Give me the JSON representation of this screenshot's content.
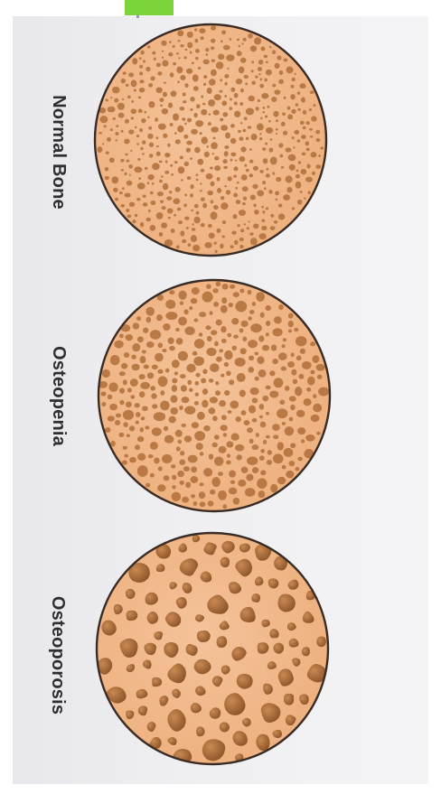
{
  "diagram": {
    "stages": [
      {
        "label": "Normal Bone",
        "porosity": "low"
      },
      {
        "label": "Osteopenia",
        "porosity": "medium"
      },
      {
        "label": "Osteoporosis",
        "porosity": "high"
      }
    ]
  },
  "colors": {
    "bone": "#f0b888",
    "pore": "#b5743f",
    "outline": "#3a2c24",
    "panel": "#ececef",
    "header_tab": "#7dd43a"
  }
}
